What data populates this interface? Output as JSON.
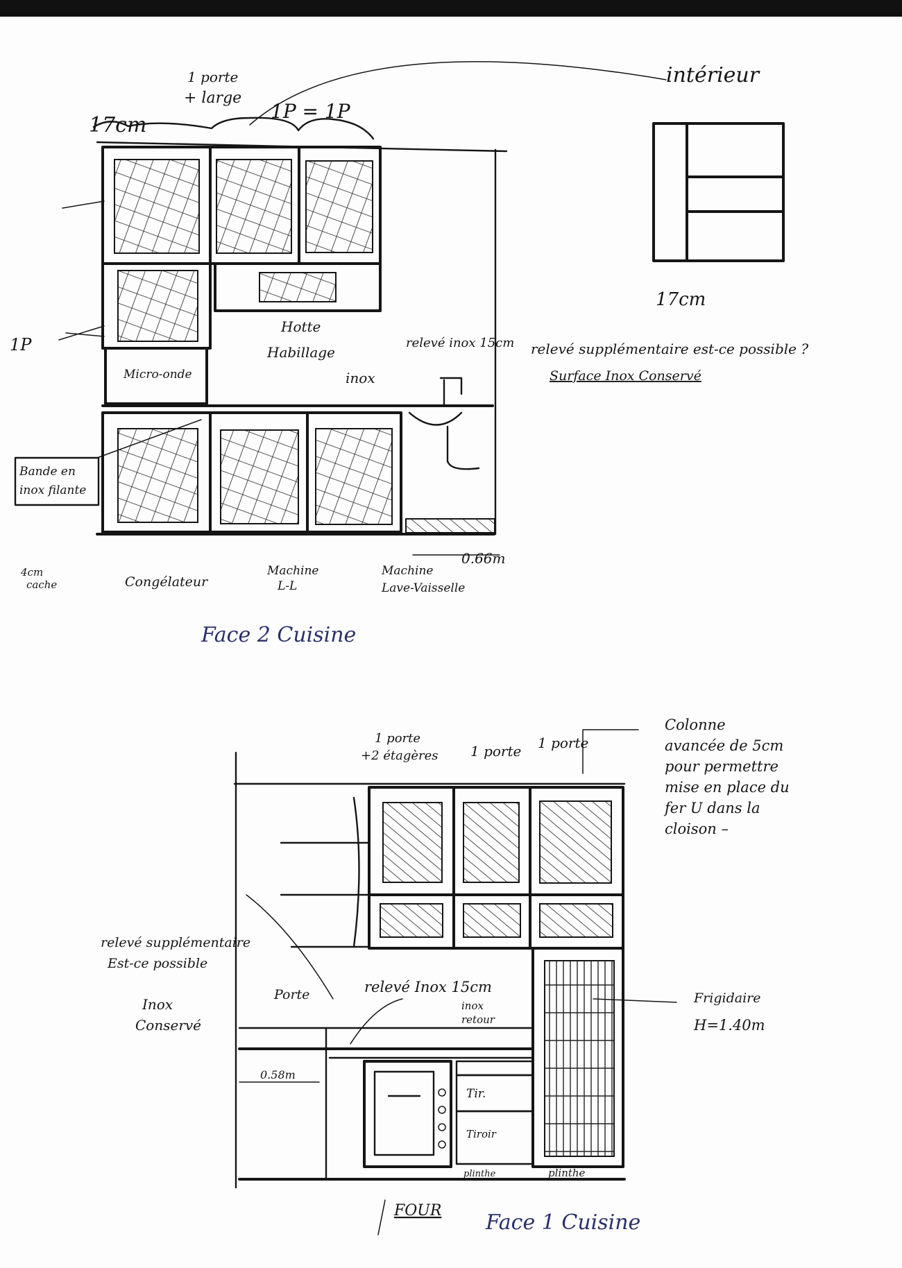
{
  "face2": {
    "title": "Face 2 Cuisine",
    "dim_17cm": "17cm",
    "door_wide_a": "1 porte",
    "door_wide_b": "+ large",
    "equal_doors": "1P = 1P",
    "one_door_left": "1P",
    "hood": "Hotte",
    "hood_cover": "Habillage",
    "microwave": "Micro-onde",
    "inox": "inox",
    "splashback": "relevé inox 15cm",
    "extra_splashback": "relevé supplémentaire est-ce possible ?",
    "surface_kept": "Surface Inox Conservé",
    "band_a": "Bande en",
    "band_b": "inox filante",
    "plinth_a": "4cm",
    "plinth_b": "cache",
    "freezer": "Congélateur",
    "washer_a": "Machine",
    "washer_b": "L-L",
    "dishwasher_a": "Machine",
    "dishwasher_b": "Lave-Vaisselle",
    "dim_066": "0.66m",
    "interior": "intérieur",
    "interior_dim": "17cm"
  },
  "face1": {
    "title": "Face 1 Cuisine",
    "door_shelves_a": "1 porte",
    "door_shelves_b": "+2 étagères",
    "door_mid": "1 porte",
    "door_right": "1 porte",
    "column_note": [
      "Colonne",
      "avancée de 5cm",
      "pour permettre",
      "mise en place du",
      "fer U dans la",
      "cloison –"
    ],
    "extra_splashback_a": "relevé supplémentaire",
    "extra_splashback_b": "Est-ce possible",
    "inox_kept_a": "Inox",
    "inox_kept_b": "Conservé",
    "door": "Porte",
    "splashback": "relevé Inox 15cm",
    "return_a": "inox",
    "return_b": "retour",
    "dim_058": "0.58m",
    "fridge_a": "Frigidaire",
    "fridge_b": "H=1.40m",
    "drawer_small": "Tir.",
    "drawer": "Tiroir",
    "plinth_left": "plinthe",
    "plinth_right": "plinthe",
    "oven": "FOUR"
  }
}
